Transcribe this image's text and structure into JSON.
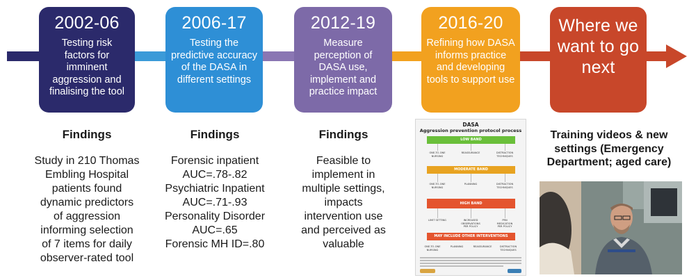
{
  "colors": {
    "stage1": "#2b2a6b",
    "stage2": "#2e8fd6",
    "stage3": "#7d6aa8",
    "stage4": "#f2a11f",
    "stage5": "#c8472a"
  },
  "stages": [
    {
      "period": "2002-06",
      "description": "Testing risk factors for imminent aggression and finalising the tool",
      "findings_heading": "Findings",
      "findings_lines": [
        "Study in 210 Thomas",
        "Embling Hospital",
        "patients found",
        "dynamic predictors",
        "of aggression",
        "informing selection",
        "of 7 items for daily",
        "observer-rated tool"
      ]
    },
    {
      "period": "2006-17",
      "description": "Testing the predictive accuracy of the DASA in different settings",
      "findings_heading": "Findings",
      "findings_lines": [
        "Forensic inpatient",
        "AUC=.78-.82",
        "Psychiatric Inpatient",
        "AUC=.71-.93",
        "Personality Disorder",
        "AUC=.65",
        "Forensic MH ID=.80"
      ]
    },
    {
      "period": "2012-19",
      "description": "Measure perception of DASA use, implement and practice impact",
      "findings_heading": "Findings",
      "findings_lines": [
        "Feasible to",
        "implement in",
        "multiple settings,",
        "impacts",
        "intervention use",
        "and perceived as",
        "valuable"
      ]
    },
    {
      "period": "2016-20",
      "description": "Refining how DASA informs practice and developing tools to support use",
      "protocol_image": {
        "title_line1": "DASA",
        "title_line2": "Aggression prevention protocol process",
        "bands": [
          "LOW BAND",
          "MODERATE BAND",
          "HIGH BAND",
          "MAY INCLUDE OTHER INTERVENTIONS"
        ],
        "low_actions": [
          "ONE-TO-ONE NURSING",
          "REASSURANCE",
          "DISTRACTION TECHNIQUES"
        ],
        "moderate_actions": [
          "ONE-TO-ONE NURSING",
          "PLANNING",
          "DISTRACTION TECHNIQUES"
        ],
        "high_actions": [
          "LIMIT SETTING",
          "INCREASED OBSERVATIONS PER POLICY",
          "PRN MEDICATION PER POLICY"
        ],
        "other_actions": [
          "ONE-TO-ONE NURSING",
          "PLANNING",
          "REASSURANCE",
          "DISTRACTION TECHNIQUES"
        ]
      }
    },
    {
      "period": "Where we want to go next",
      "period_lines": [
        "Where we",
        "want to go",
        "next"
      ],
      "findings_heading_lines": [
        "Training videos & new",
        "settings (Emergency",
        "Department;  aged care)"
      ]
    }
  ]
}
